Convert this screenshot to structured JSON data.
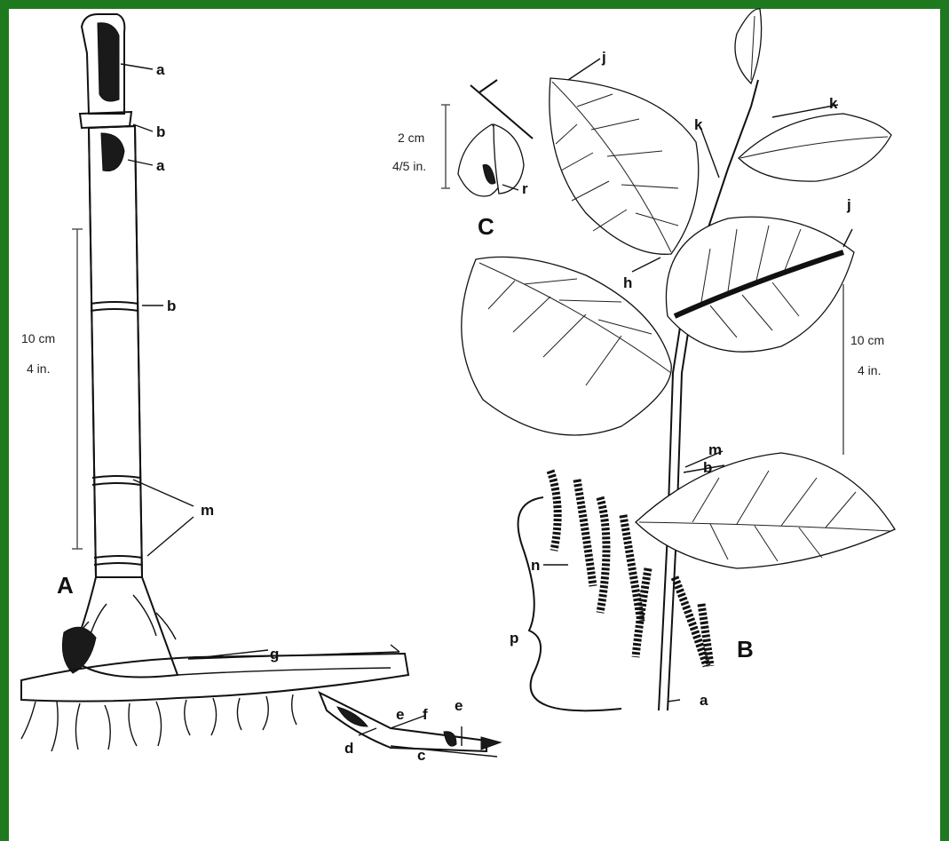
{
  "panel_labels": {
    "A": "A",
    "B": "B",
    "C": "C"
  },
  "scale_A": {
    "metric": "10 cm",
    "imperial": "4 in."
  },
  "scale_B": {
    "metric": "10 cm",
    "imperial": "4 in."
  },
  "scale_C": {
    "metric": "2 cm",
    "imperial": "4/5 in."
  },
  "part_labels": {
    "a": "a",
    "b": "b",
    "c": "c",
    "d": "d",
    "e": "e",
    "f": "f",
    "g": "g",
    "h": "h",
    "j": "j",
    "k": "k",
    "m": "m",
    "n": "n",
    "p": "p",
    "r": "r"
  },
  "colors": {
    "frame": "#1f7a1f",
    "background": "#ffffff",
    "ink": "#111111"
  }
}
